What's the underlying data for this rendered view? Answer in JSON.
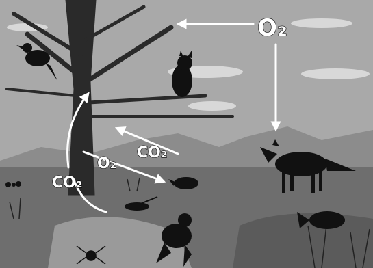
{
  "labels": {
    "o2_top": "O₂",
    "o2_mid": "O₂",
    "co2_upper": "CO₂",
    "co2_left": "CO₂"
  },
  "colors": {
    "sky": "#a9a9a9",
    "cloud": "#d8d8d8",
    "hills": "#8c8c8c",
    "ground": "#6e6e6e",
    "foreground": "#4a4a4a",
    "silhouette": "#111111",
    "arrow": "#ffffff"
  }
}
